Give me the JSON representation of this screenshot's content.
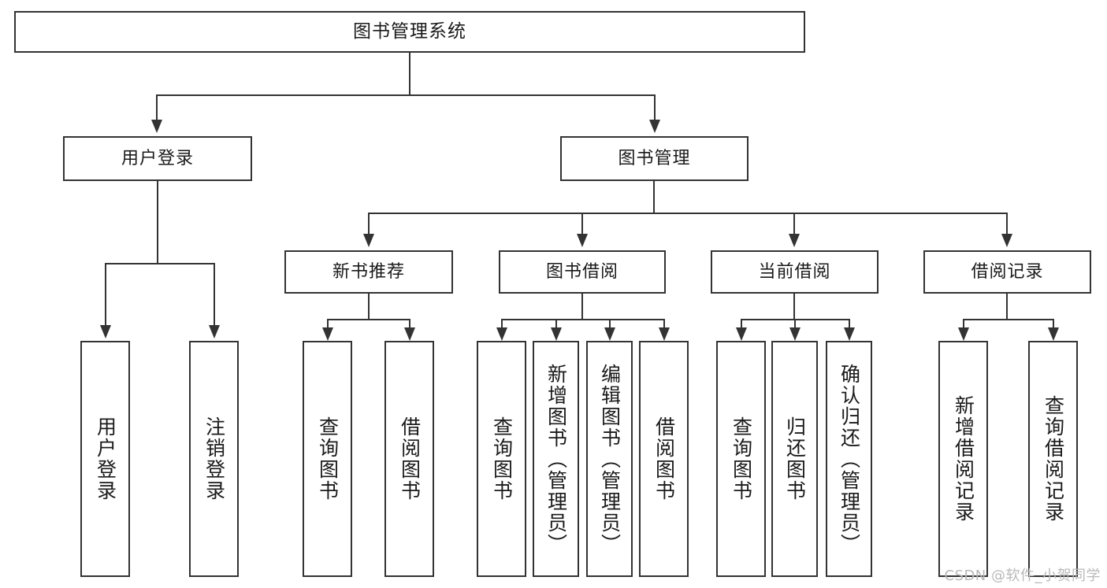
{
  "diagram": {
    "title": "图书管理系统",
    "type": "tree",
    "background_color": "#ffffff",
    "line_color": "#333333",
    "box_fill": "#ffffff",
    "text_color": "#1a1a1a"
  },
  "root": {
    "label": "图书管理系统"
  },
  "branches": [
    {
      "id": "user-login",
      "label": "用户登录"
    },
    {
      "id": "book-management",
      "label": "图书管理"
    }
  ],
  "sub_branches": [
    {
      "id": "new-book-recommend",
      "label": "新书推荐"
    },
    {
      "id": "book-borrow",
      "label": "图书借阅"
    },
    {
      "id": "current-borrow",
      "label": "当前借阅"
    },
    {
      "id": "borrow-record",
      "label": "借阅记录"
    }
  ],
  "leaves": {
    "user_login": [
      {
        "id": "leaf-user-login",
        "label": "用户登录"
      },
      {
        "id": "leaf-user-logout",
        "label": "注销登录"
      }
    ],
    "new_book_recommend": [
      {
        "id": "leaf-query-book-1",
        "label": "查询图书"
      },
      {
        "id": "leaf-borrow-book-1",
        "label": "借阅图书"
      }
    ],
    "book_borrow": [
      {
        "id": "leaf-query-book-2",
        "label": "查询图书"
      },
      {
        "id": "leaf-add-book",
        "label": "新增图书（管理员）"
      },
      {
        "id": "leaf-edit-book",
        "label": "编辑图书（管理员）"
      },
      {
        "id": "leaf-borrow-book-2",
        "label": "借阅图书"
      }
    ],
    "current_borrow": [
      {
        "id": "leaf-query-book-3",
        "label": "查询图书"
      },
      {
        "id": "leaf-return-book",
        "label": "归还图书"
      },
      {
        "id": "leaf-confirm-return",
        "label": "确认归还（管理员）"
      }
    ],
    "borrow_record": [
      {
        "id": "leaf-add-borrow-record",
        "label": "新增借阅记录"
      },
      {
        "id": "leaf-query-borrow-record",
        "label": "查询借阅记录"
      }
    ]
  },
  "watermark": {
    "text": "CSDN @软件_小贺同学"
  }
}
